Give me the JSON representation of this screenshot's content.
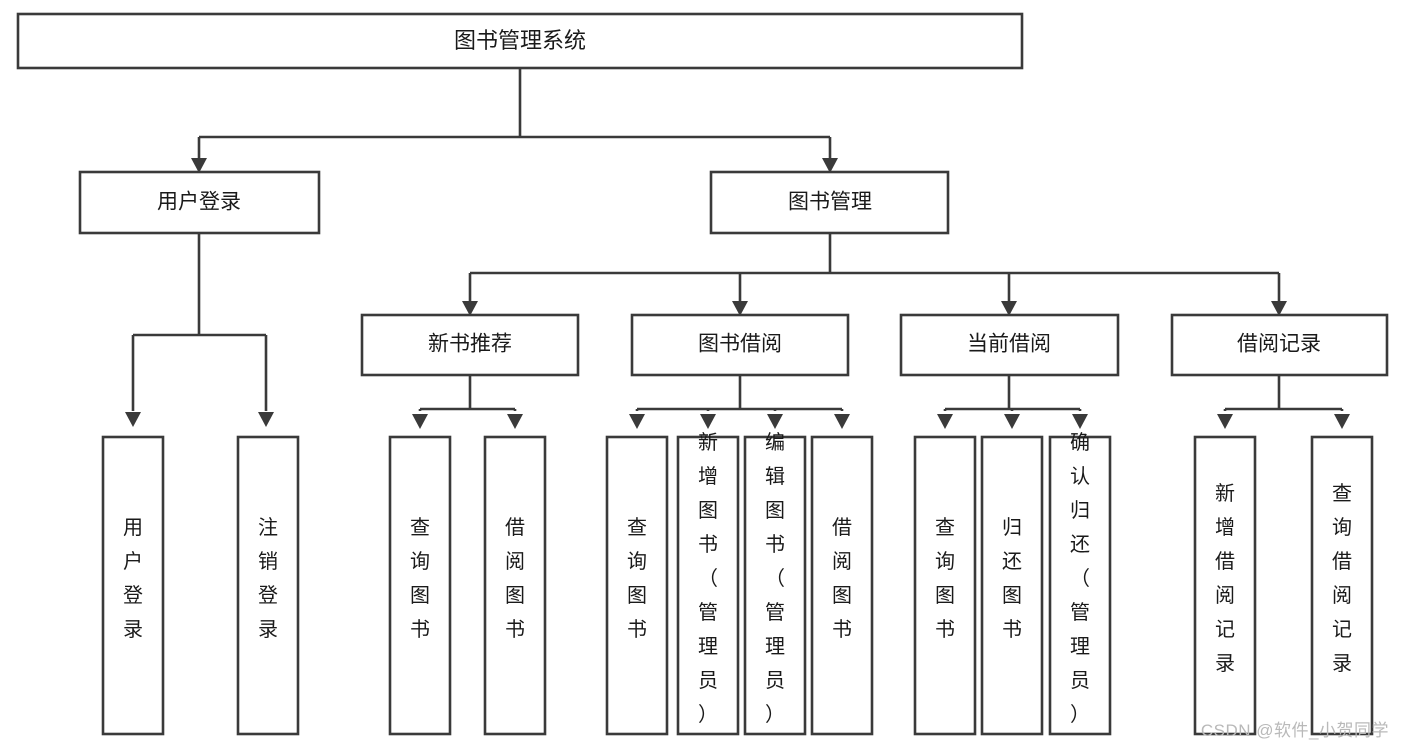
{
  "diagram": {
    "title": "图书管理系统",
    "type": "tree-hierarchy-chart",
    "colors": {
      "background": "#ffffff",
      "box_fill": "#ffffff",
      "box_stroke": "#3a3a3a",
      "text": "#1a1a1a",
      "watermark": "#b9b9b9"
    },
    "root": {
      "label": "图书管理系统"
    },
    "level2": [
      {
        "label": "用户登录"
      },
      {
        "label": "图书管理"
      }
    ],
    "level3": [
      {
        "label": "新书推荐"
      },
      {
        "label": "图书借阅"
      },
      {
        "label": "当前借阅"
      },
      {
        "label": "借阅记录"
      }
    ],
    "leaves": {
      "user_login": [
        {
          "label": "用户登录"
        },
        {
          "label": "注销登录"
        }
      ],
      "new_book_recommend": [
        {
          "label": "查询图书"
        },
        {
          "label": "借阅图书"
        }
      ],
      "book_borrow": [
        {
          "label": "查询图书"
        },
        {
          "label": "新增图书（管理员）"
        },
        {
          "label": "编辑图书（管理员）"
        },
        {
          "label": "借阅图书"
        }
      ],
      "current_borrow": [
        {
          "label": "查询图书"
        },
        {
          "label": "归还图书"
        },
        {
          "label": "确认归还（管理员）"
        }
      ],
      "borrow_record": [
        {
          "label": "新增借阅记录"
        },
        {
          "label": "查询借阅记录"
        }
      ]
    }
  },
  "watermark": {
    "text": "CSDN @软件_小贺同学"
  }
}
